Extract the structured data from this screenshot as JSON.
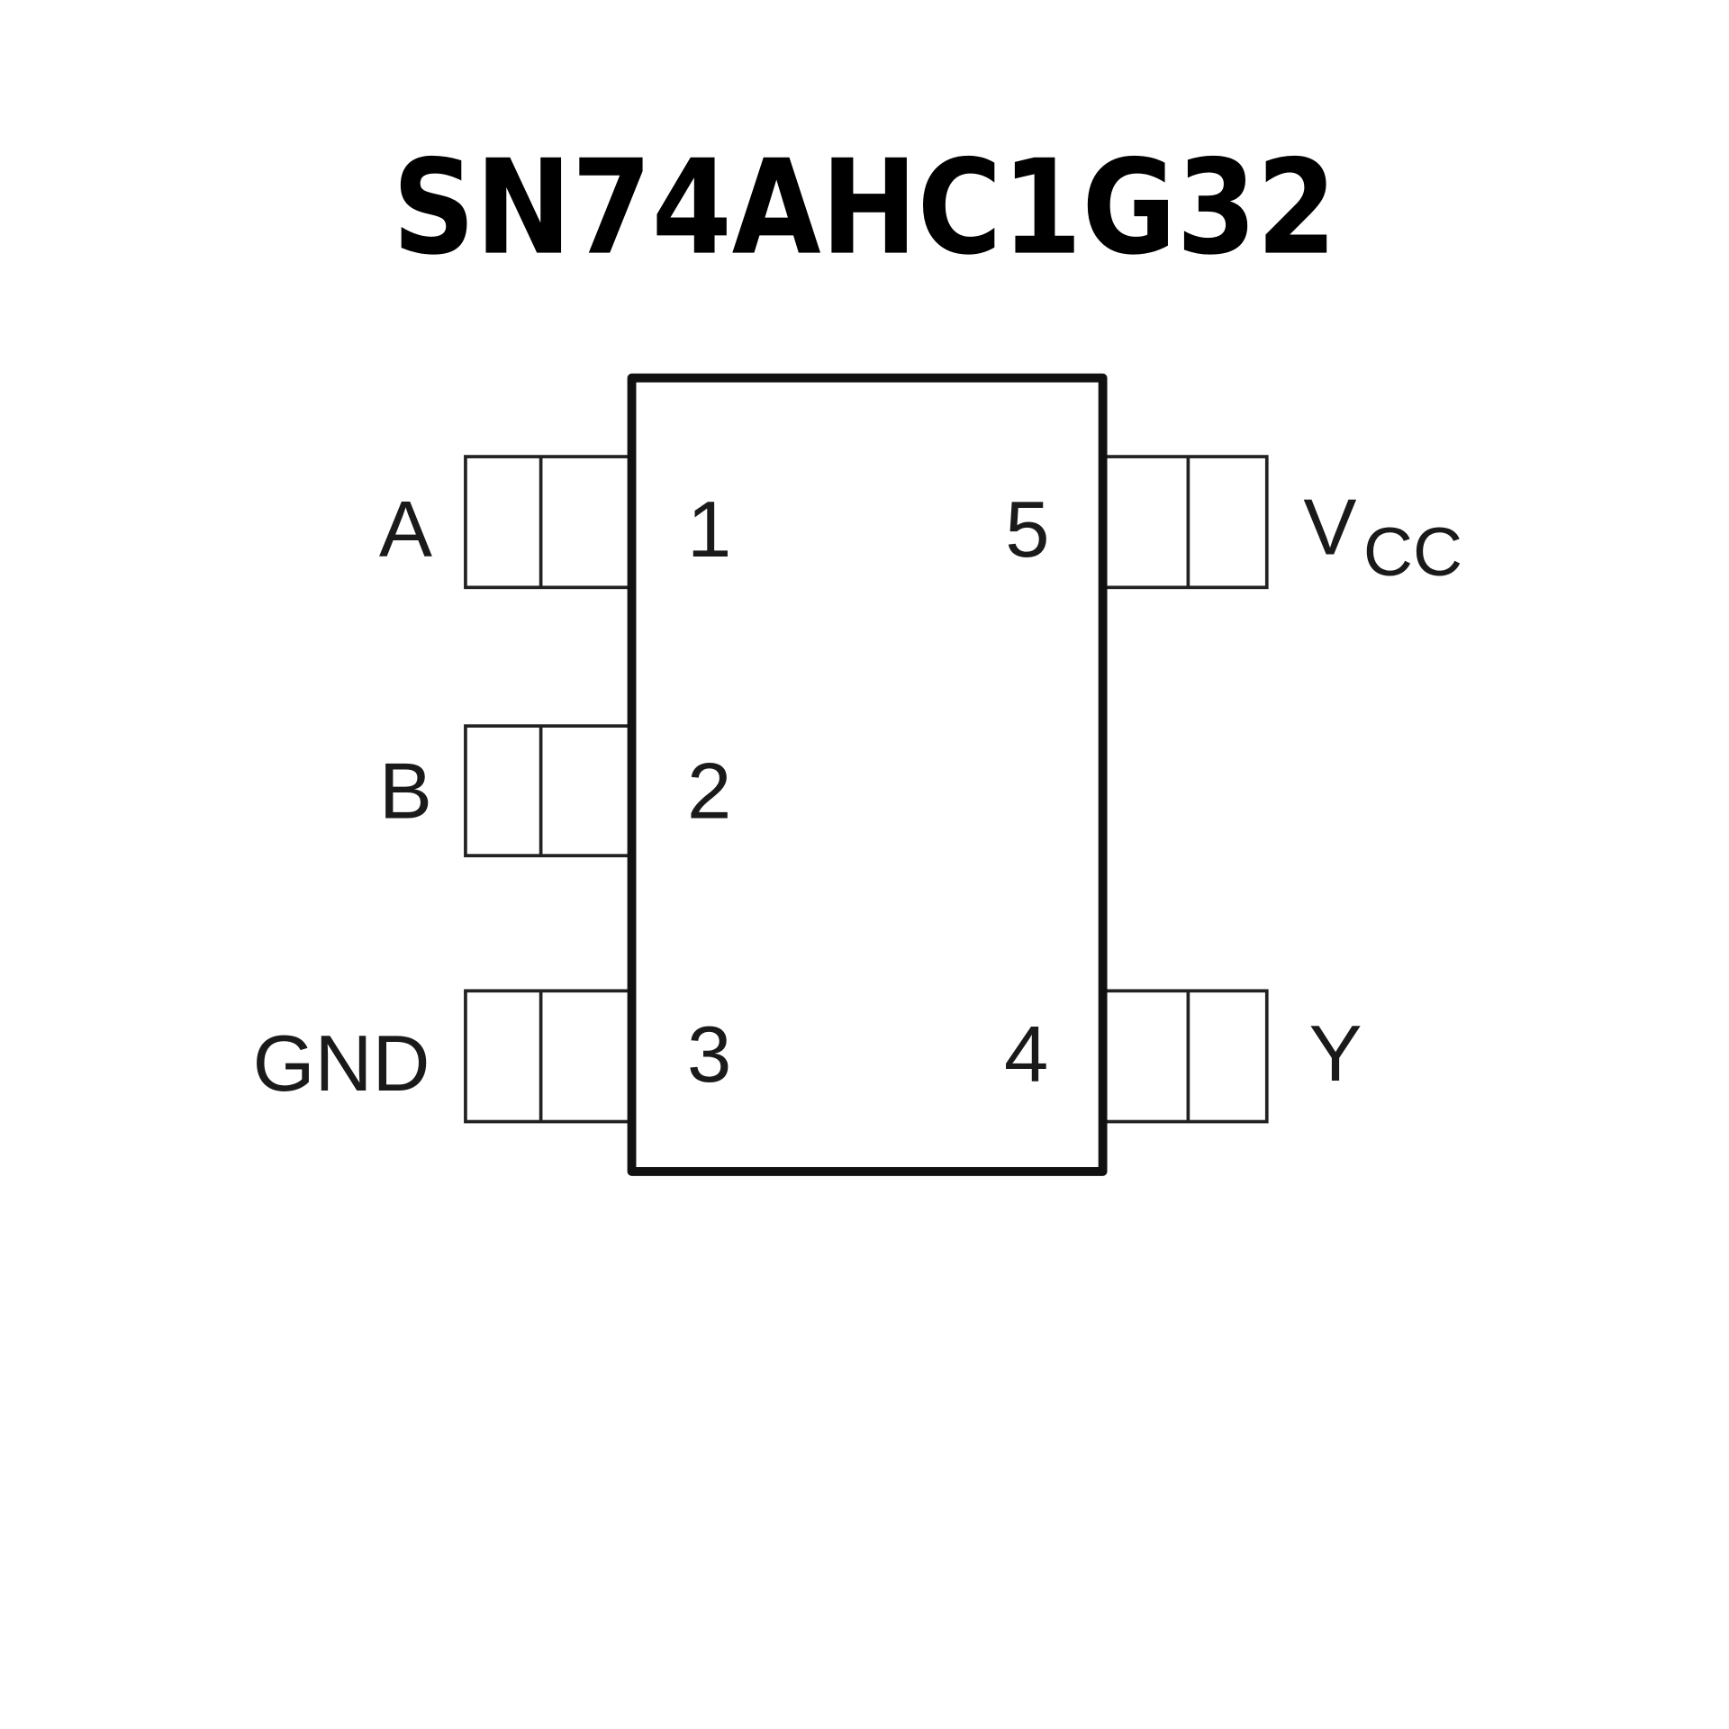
{
  "title": "SN74AHC1G32",
  "pins": {
    "p1": {
      "number": "1",
      "name": "A"
    },
    "p2": {
      "number": "2",
      "name": "B"
    },
    "p3": {
      "number": "3",
      "name": "GND"
    },
    "p4": {
      "number": "4",
      "name": "Y"
    },
    "p5": {
      "number": "5",
      "name": "V",
      "name_sub": "CC"
    }
  }
}
